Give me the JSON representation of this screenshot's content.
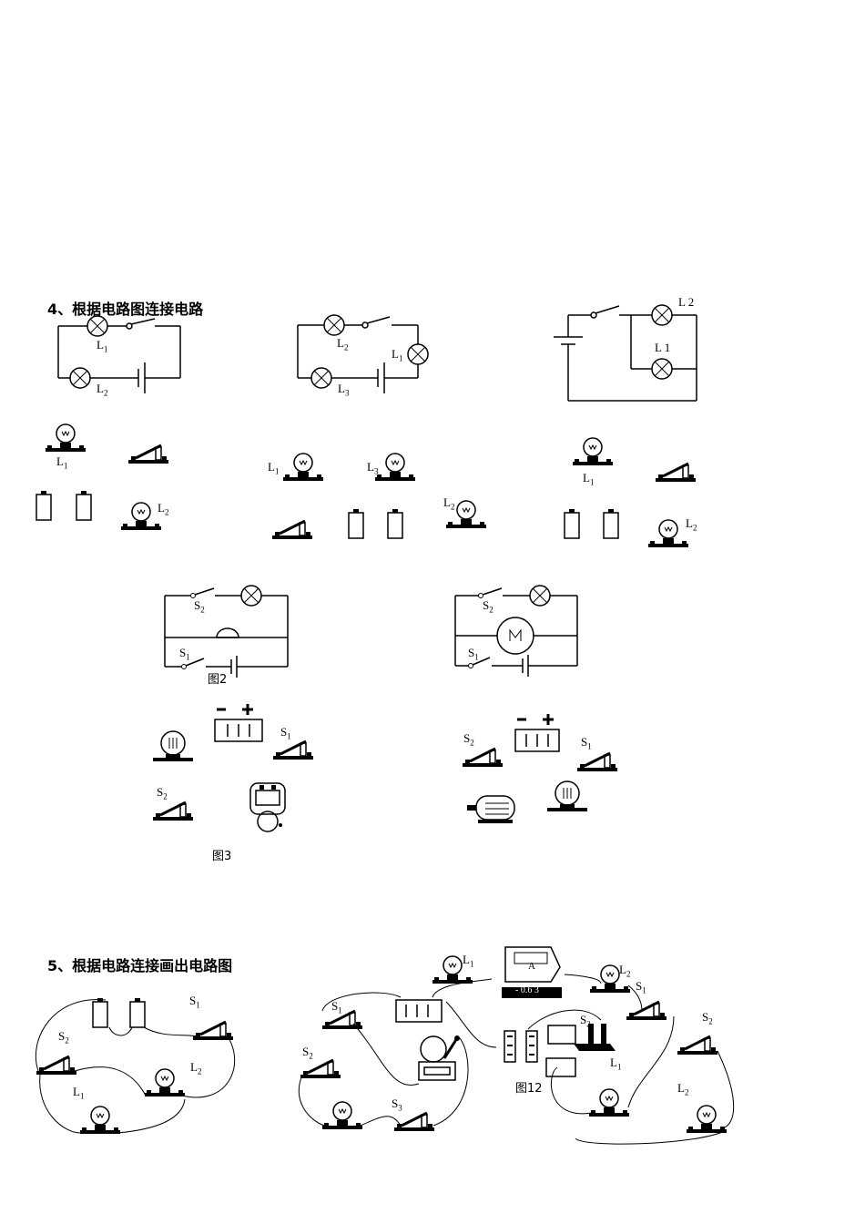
{
  "section4": {
    "heading": "4、根据电路图连接电路",
    "labels": {
      "l1": "L",
      "l2": "L",
      "l3": "L",
      "s1": "S",
      "s2": "S",
      "sub1": "1",
      "sub2": "2",
      "sub3": "3"
    },
    "captions": {
      "fig2": "图2",
      "fig3": "图3"
    }
  },
  "section5": {
    "heading": "5、根据电路连接画出电路图",
    "captions": {
      "fig12": "图12"
    },
    "meter": {
      "letter": "A",
      "scale": "- 0.6 3"
    }
  },
  "colors": {
    "ink": "#000000",
    "paper": "#ffffff"
  }
}
